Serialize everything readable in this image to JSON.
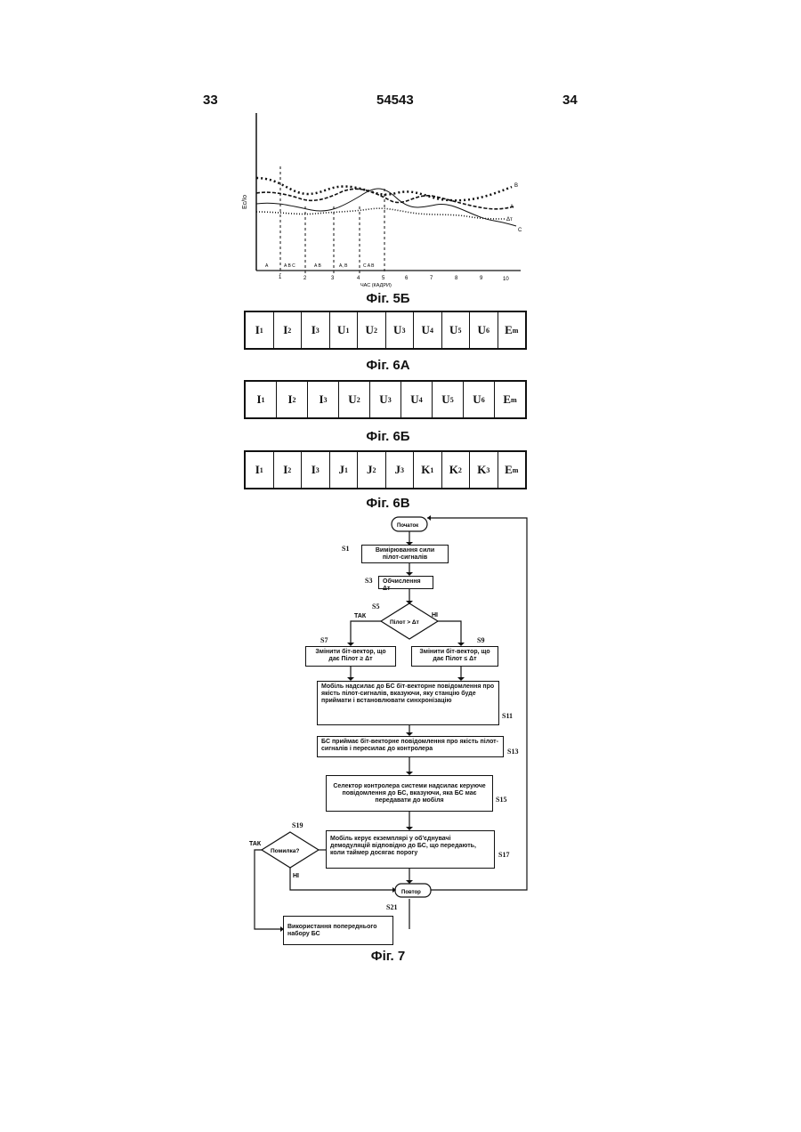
{
  "header": {
    "page_left": "33",
    "doc_number": "54543",
    "page_right": "34"
  },
  "fig5b": {
    "caption": "Фіг. 5Б",
    "ylabel": "Ec/Io",
    "xlabel": "ЧАС (КАДРИ)",
    "xticks": [
      "1",
      "2",
      "3",
      "4",
      "5",
      "6",
      "7",
      "8",
      "9",
      "10"
    ],
    "regions": [
      "A",
      "A B C",
      "A B",
      "A, B",
      "C A B"
    ],
    "curve_labels": [
      "B",
      "A",
      "Δт",
      "C"
    ]
  },
  "fig6a": {
    "caption": "Фіг. 6А",
    "cells": [
      [
        "I",
        "1",
        ""
      ],
      [
        "I",
        "2",
        ""
      ],
      [
        "I",
        "3",
        ""
      ],
      [
        "U",
        "",
        "1"
      ],
      [
        "U",
        "",
        "2"
      ],
      [
        "U",
        "",
        "3"
      ],
      [
        "U",
        "",
        "4"
      ],
      [
        "U",
        "",
        "5"
      ],
      [
        "U",
        "",
        "6"
      ],
      [
        "E",
        "",
        "m"
      ]
    ]
  },
  "fig6b": {
    "caption": "Фіг. 6Б",
    "cells": [
      [
        "I",
        "1",
        ""
      ],
      [
        "I",
        "2",
        ""
      ],
      [
        "I",
        "3",
        ""
      ],
      [
        "U",
        "",
        "2"
      ],
      [
        "U",
        "",
        "3"
      ],
      [
        "U",
        "",
        "4"
      ],
      [
        "U",
        "",
        "5"
      ],
      [
        "U",
        "",
        "6"
      ],
      [
        "E",
        "",
        "m"
      ]
    ]
  },
  "fig6v": {
    "caption": "Фіг. 6В",
    "cells": [
      [
        "I",
        "1",
        ""
      ],
      [
        "I",
        "2",
        ""
      ],
      [
        "I",
        "3",
        ""
      ],
      [
        "J",
        "1",
        ""
      ],
      [
        "J",
        "2",
        ""
      ],
      [
        "J",
        "3",
        ""
      ],
      [
        "K",
        "1",
        ""
      ],
      [
        "K",
        "2",
        ""
      ],
      [
        "K",
        "3",
        ""
      ],
      [
        "E",
        "",
        "m"
      ]
    ]
  },
  "fig7": {
    "caption": "Фіг. 7",
    "start": "Початок",
    "end": "Повтор",
    "yes": "ТАК",
    "no": "НІ",
    "s1": {
      "label": "S1",
      "text": "Вимірювання сили пілот-сигналів"
    },
    "s3": {
      "label": "S3",
      "text": "Обчислення Δт"
    },
    "s5": {
      "label": "S5",
      "text": "Пілот > Δт"
    },
    "s7": {
      "label": "S7",
      "text": "Змінити біт-вектор, що дає Пілот ≥ Δт"
    },
    "s9": {
      "label": "S9",
      "text": "Змінити біт-вектор, що дає Пілот ≤ Δт"
    },
    "s11": {
      "label": "S11",
      "text": "Мобіль надсилає до БС біт-векторне повідомлення про якість пілот-сигналів, вказуючи, яку станцію буде приймати і встановлювати синхронізацію"
    },
    "s13": {
      "label": "S13",
      "text": "БС приймає біт-векторне повідомлення про якість пілот-сигналів і пересилає до контролера"
    },
    "s15": {
      "label": "S15",
      "text": "Селектор контролера системи надсилає керуюче повідомлення до БС, вказуючи, яка БС має передавати до мобіля"
    },
    "s17": {
      "label": "S17",
      "text": "Мобіль керує екземплярі у об'єднувачі демодуляцій відповідно до БС, що передають, коли таймер досягає порогу"
    },
    "s19": {
      "label": "S19",
      "text": "Помилка?"
    },
    "s21": {
      "label": "S21",
      "text": "Використання попереднього набору БС"
    }
  }
}
